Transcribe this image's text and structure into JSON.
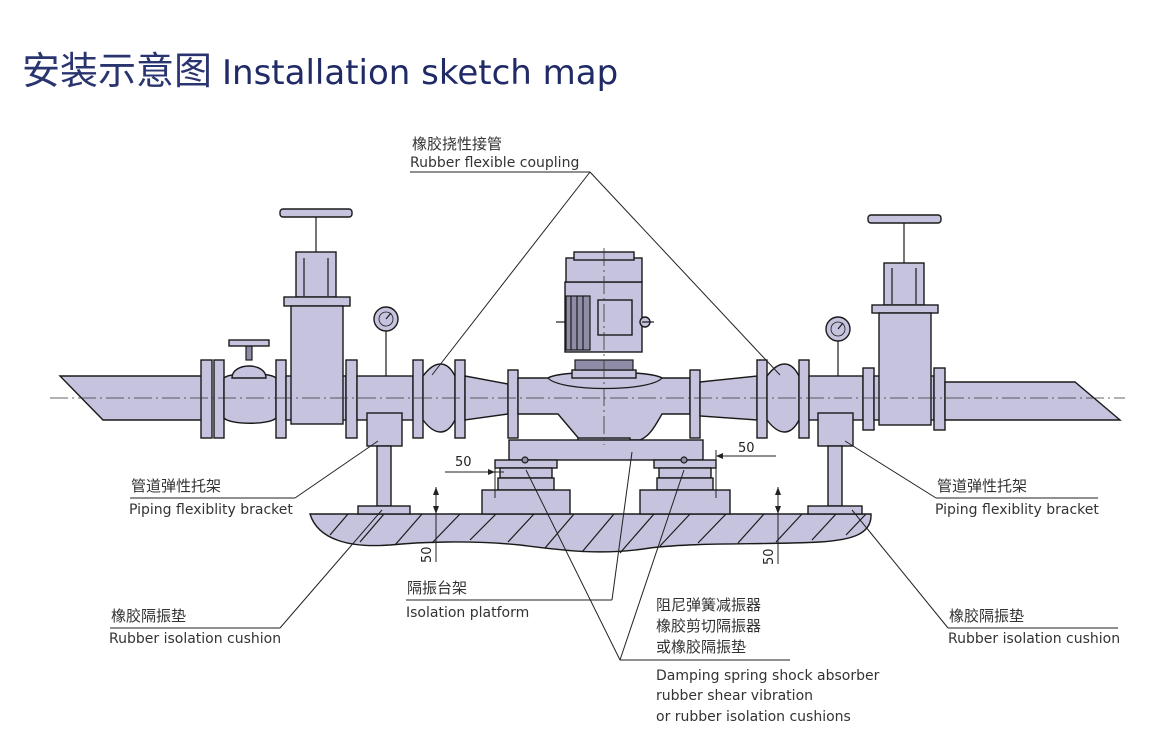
{
  "title": {
    "cn": "安装示意图",
    "en": "Installation sketch map"
  },
  "dimensions": {
    "left_horizontal": "50",
    "right_horizontal": "50",
    "left_vertical": "50",
    "right_vertical": "50"
  },
  "labels": {
    "flexible_coupling": {
      "cn": "橡胶挠性接管",
      "en": "Rubber flexible coupling"
    },
    "bracket_left": {
      "cn": "管道弹性托架",
      "en": "Piping flexiblity bracket"
    },
    "bracket_right": {
      "cn": "管道弹性托架",
      "en": "Piping flexiblity bracket"
    },
    "isolation_platform": {
      "cn": "隔振台架",
      "en": "Isolation platform"
    },
    "cushion_left": {
      "cn": "橡胶隔振垫",
      "en": "Rubber isolation cushion"
    },
    "cushion_right": {
      "cn": "橡胶隔振垫",
      "en": "Rubber isolation cushion"
    },
    "damping": {
      "cn_1": "阻尼弹簧减振器",
      "cn_2": "橡胶剪切隔振器",
      "cn_3": "或橡胶隔振垫",
      "en_1": "Damping spring shock absorber",
      "en_2": "rubber shear vibration",
      "en_3": "or rubber isolation cushions"
    }
  },
  "colors": {
    "title_navy": "#1f2a66",
    "equipment_fill": "#c5c3dd",
    "equipment_dark": "#8f8ca8"
  }
}
